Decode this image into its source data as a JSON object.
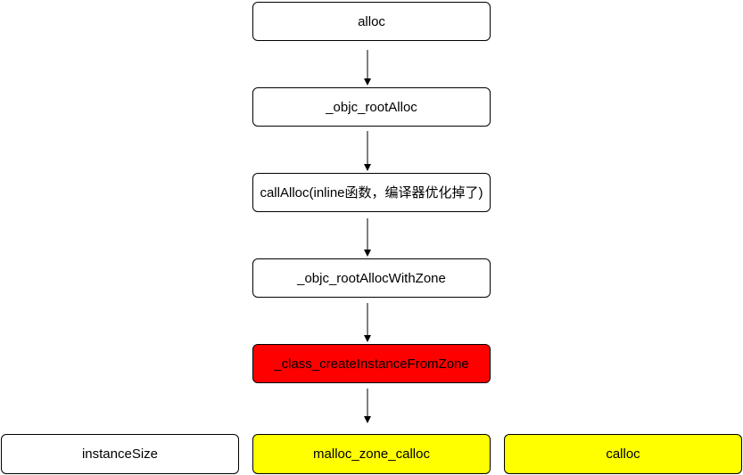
{
  "nodes": {
    "alloc": {
      "label": "alloc"
    },
    "root_alloc": {
      "label": "_objc_rootAlloc"
    },
    "call_alloc": {
      "label": "callAlloc(inline函数，编译器优化掉了)"
    },
    "root_alloc_with_zone": {
      "label": "_objc_rootAllocWithZone"
    },
    "create_instance": {
      "label": "_class_createInstanceFromZone"
    },
    "instance_size": {
      "label": "instanceSize"
    },
    "malloc_zone_calloc": {
      "label": "malloc_zone_calloc"
    },
    "calloc": {
      "label": "calloc"
    }
  },
  "colors": {
    "highlight_red": "#ff0000",
    "highlight_yellow": "#ffff00",
    "default_fill": "#ffffff",
    "stroke": "#000000"
  }
}
